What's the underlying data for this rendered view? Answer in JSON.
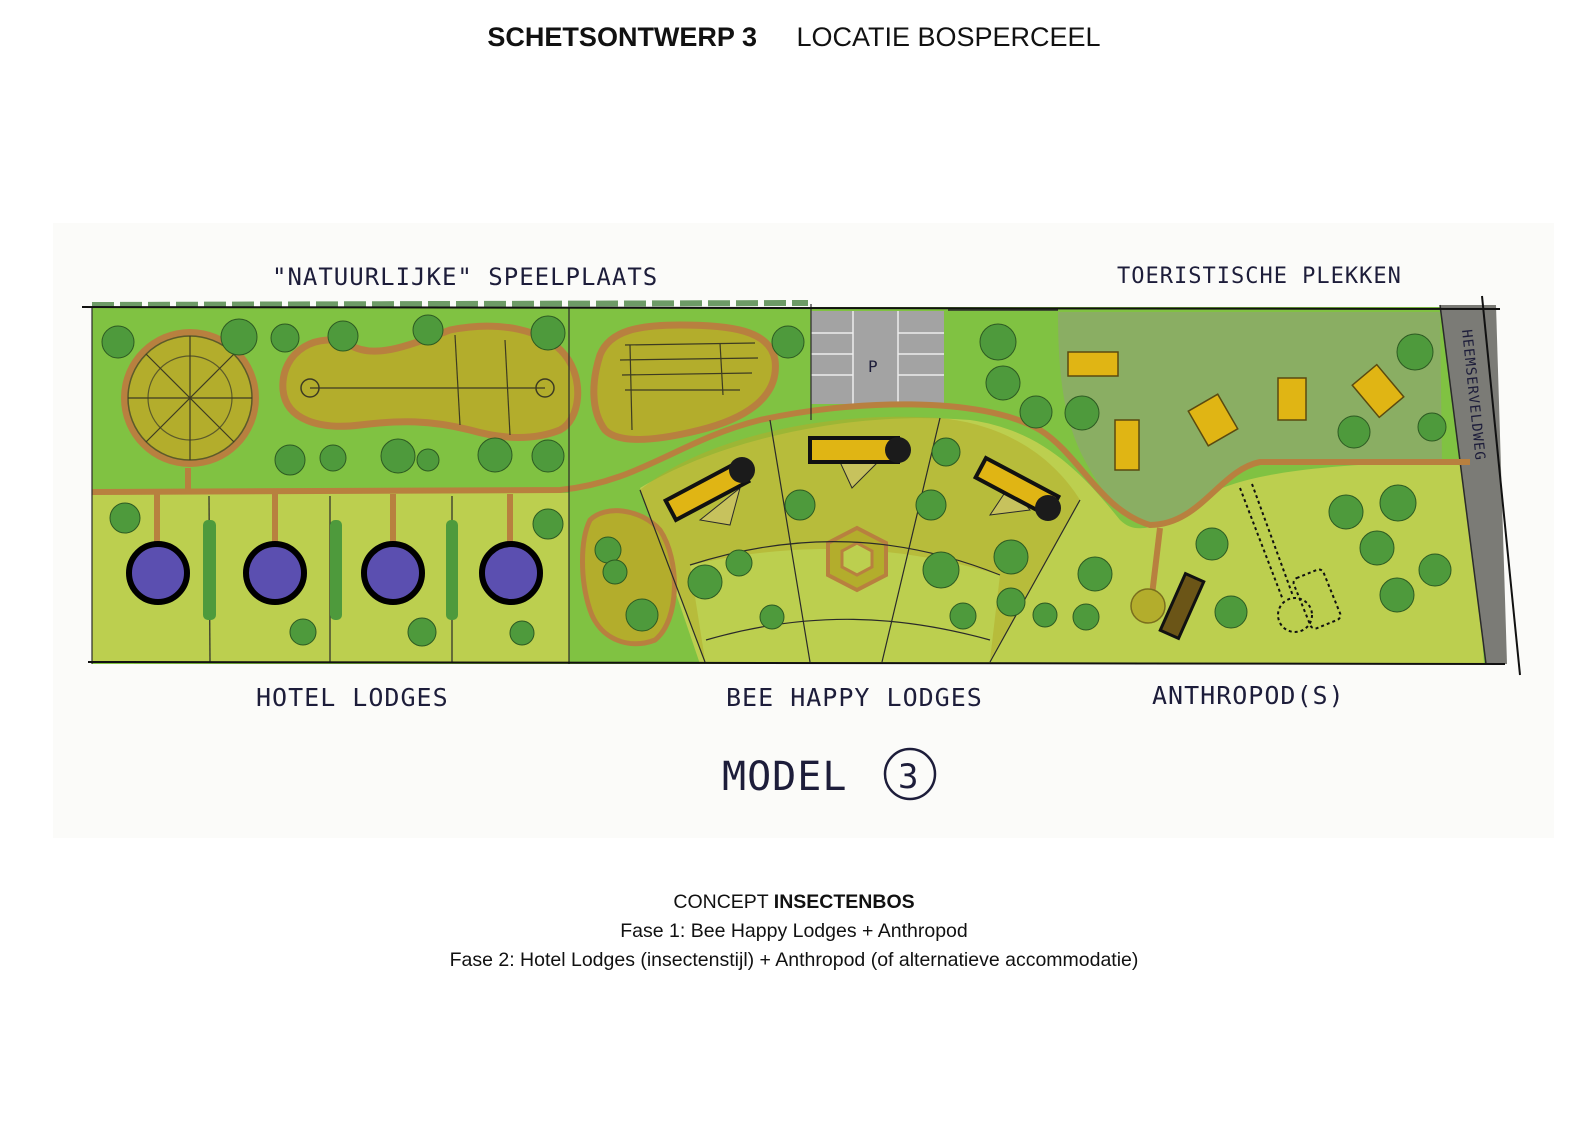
{
  "header": {
    "title_bold": "SCHETSONTWERP 3",
    "title_regular": "LOCATIE BOSPERCEEL"
  },
  "map": {
    "label_playground": "\"NATUURLIJKE\" SPEELPLAATS",
    "label_touristic": "TOERISTISCHE PLEKKEN",
    "label_road": "HEEMSERVELDWEG",
    "label_parking": "P",
    "label_hotel": "HOTEL LODGES",
    "label_bee": "BEE HAPPY LODGES",
    "label_anthropod": "ANTHROPOD(S)",
    "label_model": "MODEL",
    "label_model_number": "3",
    "colors": {
      "grass": "#80c242",
      "meadow": "#bccf4f",
      "play_area": "#b3ad2c",
      "path": "#b8803f",
      "tree": "#4e9a3c",
      "tourist_field": "#8aae63",
      "tent": "#e0b514",
      "hotel_lodge": "#5b4fb0",
      "parking": "#a3a3a3",
      "road": "#7b7b76",
      "anthropod": "#6b5517"
    }
  },
  "caption": {
    "concept_prefix": "CONCEPT",
    "concept_name": "INSECTENBOS",
    "phase1": "Fase 1: Bee Happy Lodges + Anthropod",
    "phase2": "Fase 2: Hotel Lodges (insectenstijl) + Anthropod (of alternatieve accommodatie)"
  }
}
